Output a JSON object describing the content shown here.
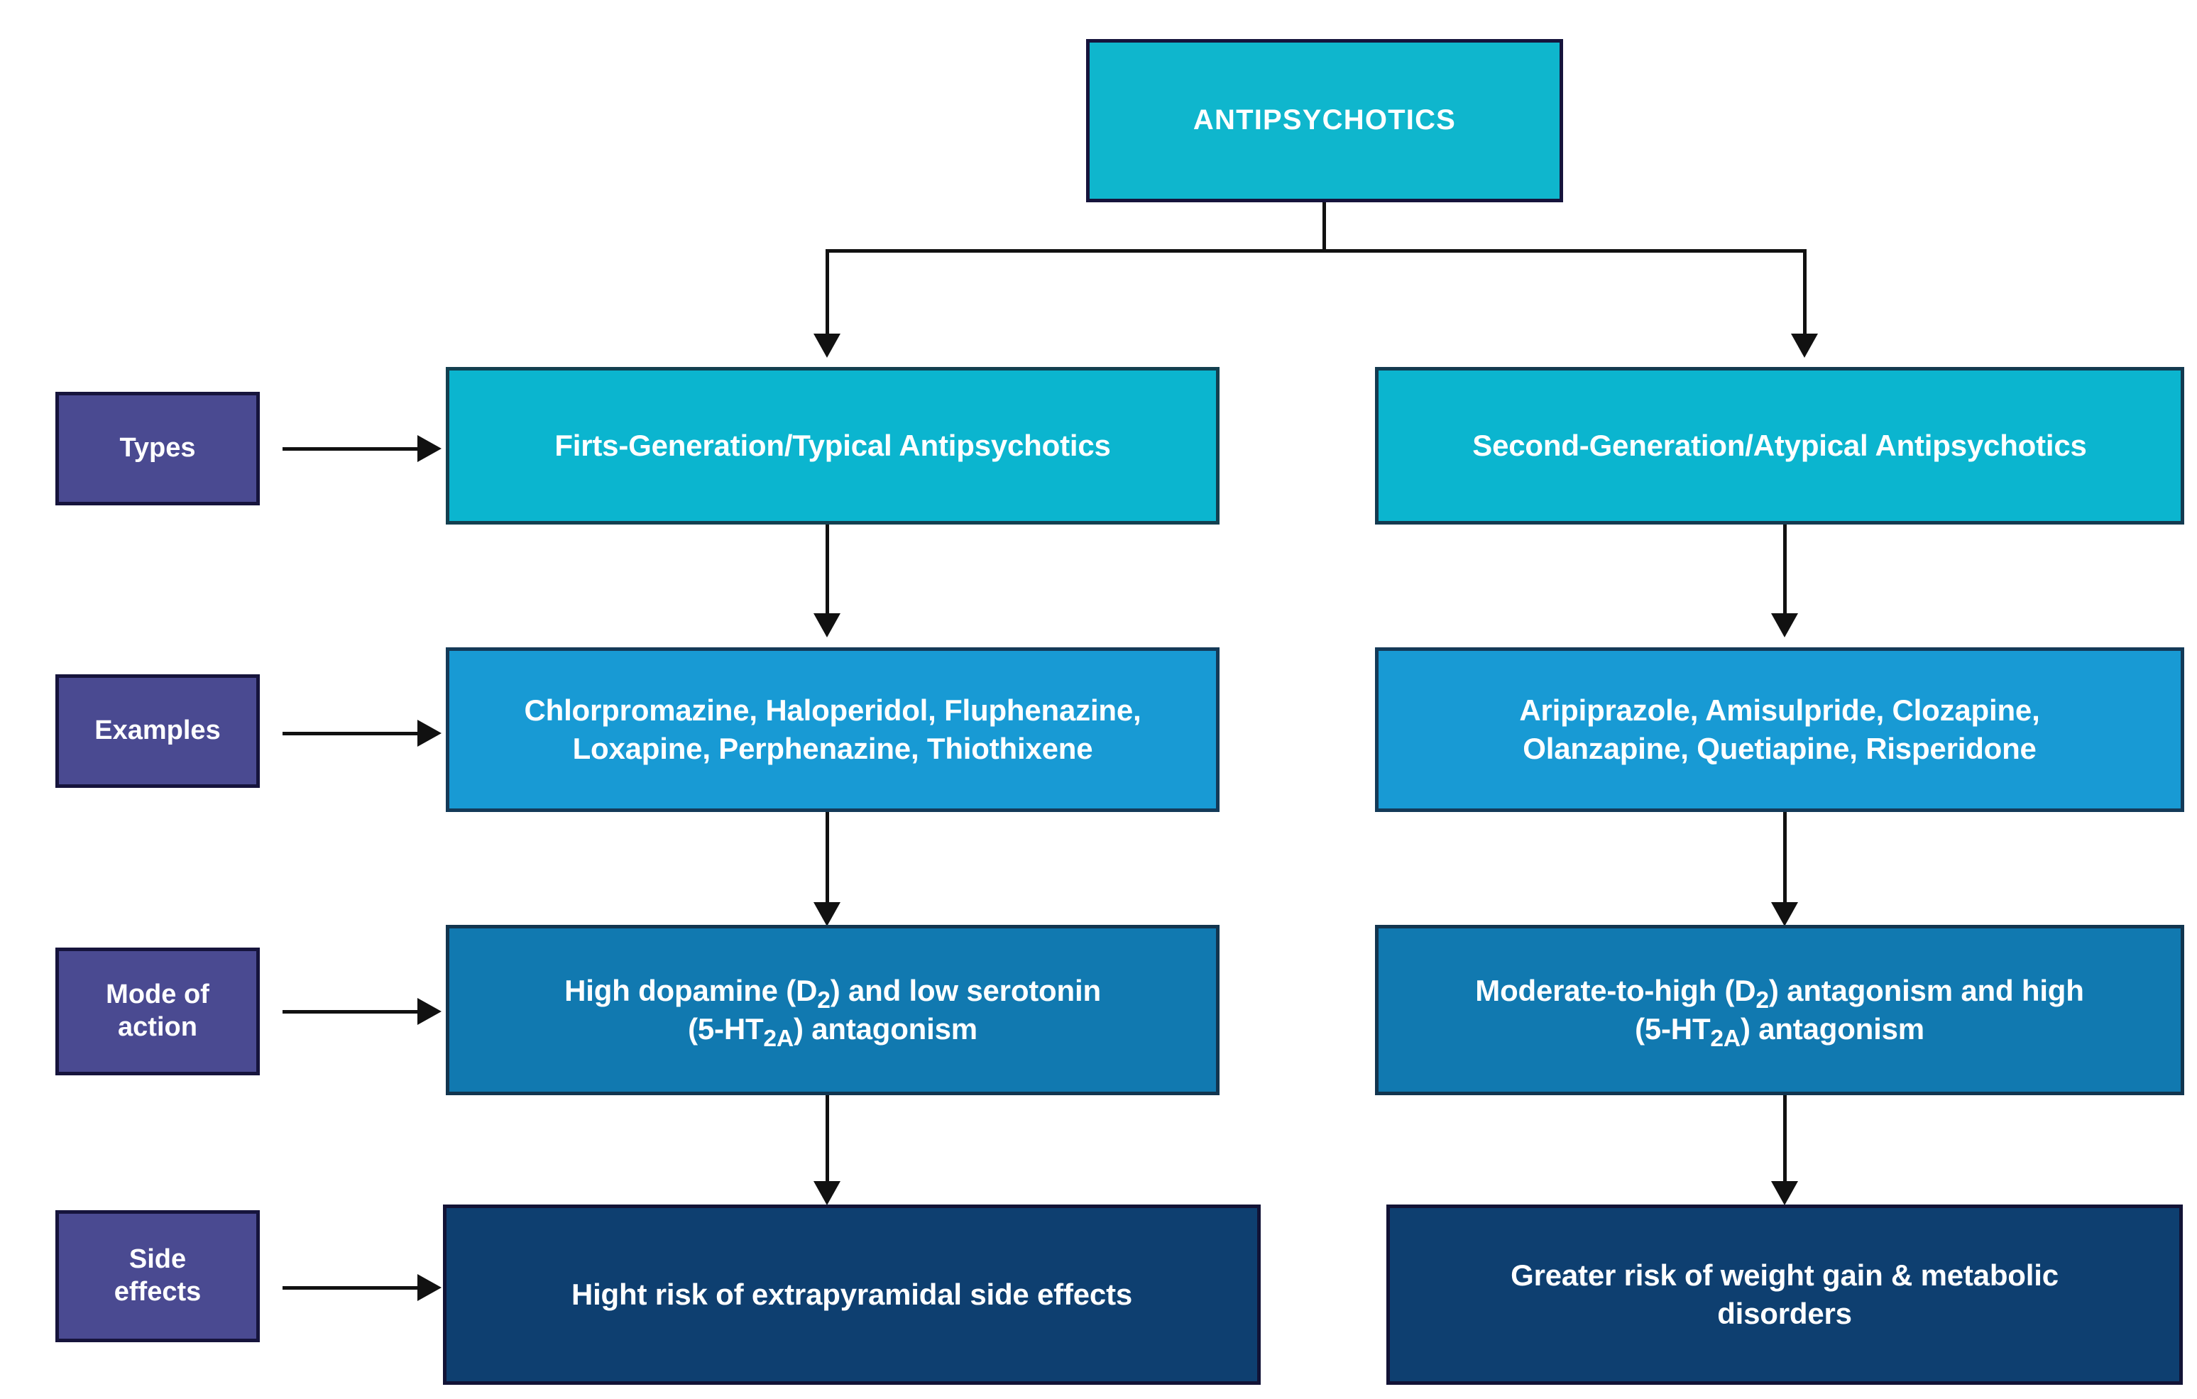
{
  "diagram": {
    "title": "ANTIPSYCHOTICS",
    "root": {
      "label": "ANTIPSYCHOTICS"
    },
    "row_labels": [
      {
        "id": "types",
        "label": "Types"
      },
      {
        "id": "examples",
        "label": "Examples"
      },
      {
        "id": "mode",
        "label_line1": "Mode of",
        "label_line2": "action"
      },
      {
        "id": "side",
        "label_line1": "Side",
        "label_line2": "effects"
      }
    ],
    "columns": [
      {
        "id": "first-generation",
        "types": "Firts-Generation/Typical Antipsychotics",
        "examples_line1": "Chlorpromazine, Haloperidol, Fluphenazine,",
        "examples_line2": "Loxapine, Perphenazine, Thiothixene",
        "mode_line1_a": "High dopamine (D",
        "mode_line1_sub": "2",
        "mode_line1_b": ") and low serotonin",
        "mode_line2_a": "(5-HT",
        "mode_line2_sub": "2A",
        "mode_line2_b": ") antagonism",
        "side_effects": "Hight risk of extrapyramidal side effects"
      },
      {
        "id": "second-generation",
        "types": "Second-Generation/Atypical Antipsychotics",
        "examples_line1": "Aripiprazole, Amisulpride, Clozapine,",
        "examples_line2": "Olanzapine, Quetiapine, Risperidone",
        "mode_line1_a": "Moderate-to-high (D",
        "mode_line1_sub": "2",
        "mode_line1_b": ") antagonism and high",
        "mode_line2_a": "(5-HT",
        "mode_line2_sub": "2A",
        "mode_line2_b": ") antagonism",
        "side_effects_line1": "Greater risk of weight gain & metabolic",
        "side_effects_line2": "disorders"
      }
    ],
    "colors": {
      "root_fill": "#0fb6cd",
      "types_fill": "#0bb5cf",
      "examples_fill": "#189ad4",
      "mode_fill": "#1179b0",
      "side_fill": "#0e3f70",
      "label_fill": "#4a4a91",
      "border_dark": "#16143c",
      "connector": "#111111",
      "text": "#ffffff",
      "background": "#ffffff"
    }
  }
}
